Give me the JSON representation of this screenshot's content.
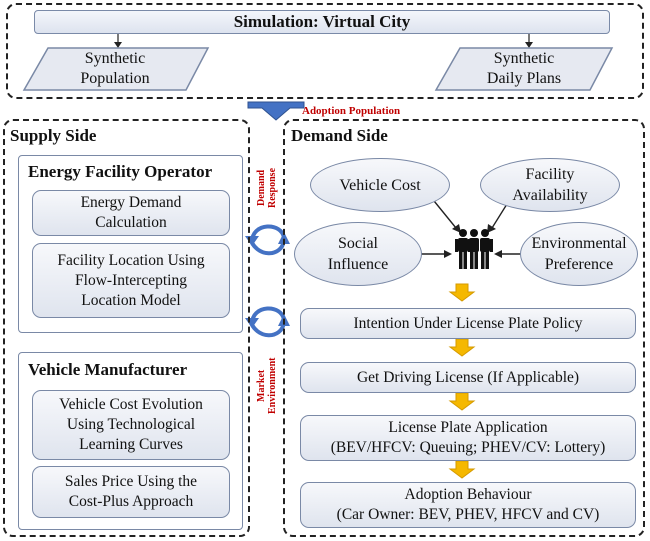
{
  "top": {
    "title": "Simulation: Virtual City",
    "left_data": [
      "Synthetic",
      "Population"
    ],
    "right_data": [
      "Synthetic",
      "Daily Plans"
    ],
    "adoption_label": "Adoption Population"
  },
  "supply": {
    "title": "Supply Side",
    "operator": {
      "title": "Energy Facility Operator",
      "box1": [
        "Energy Demand",
        "Calculation"
      ],
      "box2": [
        "Facility Location Using",
        "Flow-Intercepting",
        "Location Model"
      ]
    },
    "manufacturer": {
      "title": "Vehicle Manufacturer",
      "box1": [
        "Vehicle Cost Evolution",
        "Using Technological",
        "Learning Curves"
      ],
      "box2": [
        "Sales Price Using the",
        "Cost-Plus Approach"
      ]
    }
  },
  "middle": {
    "demand_response": [
      "Demand",
      "Response"
    ],
    "market_environment": [
      "Market",
      "Environment"
    ]
  },
  "demand": {
    "title": "Demand Side",
    "factors": {
      "vehicle_cost": [
        "Vehicle Cost"
      ],
      "facility_availability": [
        "Facility",
        "Availability"
      ],
      "social_influence": [
        "Social",
        "Influence"
      ],
      "environmental_preference": [
        "Environmental",
        "Preference"
      ]
    },
    "steps": [
      [
        "Intention Under License Plate Policy"
      ],
      [
        "Get Driving License (If Applicable)"
      ],
      [
        "License Plate Application",
        "(BEV/HFCV: Queuing; PHEV/CV: Lottery)"
      ],
      [
        "Adoption Behaviour",
        "(Car Owner: BEV, PHEV, HFCV and CV)"
      ]
    ]
  },
  "colors": {
    "box_border": "#7a89a6",
    "orange_arrow": "#f5b800",
    "blue_arrow": "#4472c4",
    "red_text": "#c00000"
  }
}
